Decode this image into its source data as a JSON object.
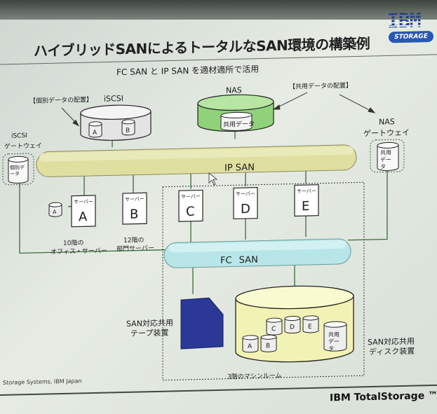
{
  "slide": {
    "title": "ハイブリッドSANによるトータルなSAN環境の構築例",
    "subtitle": "FC SAN と IP SAN を適材適所で活用",
    "logo": {
      "brand": "IBM",
      "badge": "STORAGE"
    },
    "footer_brand": "IBM TotalStorage ™",
    "footer_credit": "Storage Systems, IBM Japan"
  },
  "nodes": {
    "iscsi_storage": {
      "label": "iSCSI",
      "note": "【個別データの配置】",
      "disks": [
        "A",
        "B"
      ]
    },
    "nas": {
      "label": "NAS",
      "disk_label": "共用データ",
      "note": "【共用データの配置】"
    },
    "iscsi_gateway": {
      "label_line1": "iSCSI",
      "label_line2": "ゲートウェイ",
      "disk_label": "個別データ"
    },
    "nas_gateway": {
      "label_line1": "NAS",
      "label_line2": "ゲートウェイ",
      "disk_label": "共用データ"
    },
    "ip_san": {
      "label": "IP SAN"
    },
    "fc_san": {
      "label": "FC SAN"
    },
    "servers": [
      {
        "tag": "サーバー",
        "letter": "A",
        "caption_line1": "10階の",
        "caption_line2": "オフィス・サーバー",
        "disk": "A"
      },
      {
        "tag": "サーバー",
        "letter": "B",
        "caption_line1": "12階の",
        "caption_line2": "部門サーバー"
      },
      {
        "tag": "サーバー",
        "letter": "C"
      },
      {
        "tag": "サーバー",
        "letter": "D"
      },
      {
        "tag": "サーバー",
        "letter": "E"
      }
    ],
    "tape": {
      "label_line1": "SAN対応共用",
      "label_line2": "テープ装置"
    },
    "disk_array": {
      "label_line1": "SAN対応共用",
      "label_line2": "ディスク装置",
      "disks_top": [
        "C",
        "D",
        "E"
      ],
      "disks_bottom": [
        "A",
        "B"
      ],
      "shared_disk": "共用データ"
    },
    "machine_room": {
      "label": "3階のマシンルーム"
    }
  },
  "colors": {
    "ip_san": "#dfe0a0",
    "fc_san": "#b8e6e8",
    "nas": "#8fd27a",
    "disk_array": "#f2f2b4",
    "tape": "#2b3896",
    "line": "#3d6b3d"
  }
}
